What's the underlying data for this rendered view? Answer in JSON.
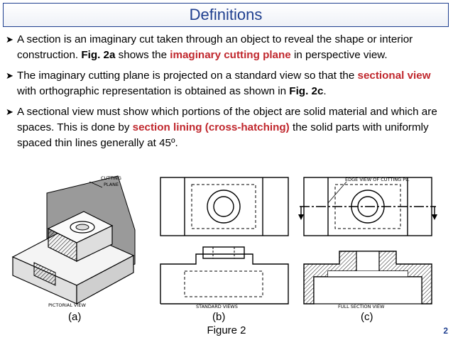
{
  "slide": {
    "title": "Definitions",
    "page_number": "2",
    "figure_title": "Figure 2"
  },
  "bullets": [
    {
      "parts": [
        {
          "text": "A section is an imaginary cut taken through an object to reveal the shape or interior construction. ",
          "style": "normal"
        },
        {
          "text": "Fig. 2a",
          "style": "bold"
        },
        {
          "text": " shows the ",
          "style": "normal"
        },
        {
          "text": "imaginary cutting plane",
          "style": "red"
        },
        {
          "text": " in perspective view.",
          "style": "normal"
        }
      ]
    },
    {
      "parts": [
        {
          "text": "The imaginary cutting plane is projected on a standard view so that the ",
          "style": "normal"
        },
        {
          "text": "sectional view",
          "style": "red"
        },
        {
          "text": " with orthographic representation is obtained as shown in ",
          "style": "normal"
        },
        {
          "text": "Fig. 2c",
          "style": "bold"
        },
        {
          "text": ".",
          "style": "normal"
        }
      ]
    },
    {
      "parts": [
        {
          "text": "A sectional view must show which portions of the object are solid material and which are spaces. This is done by ",
          "style": "normal"
        },
        {
          "text": "section lining (cross-hatching)",
          "style": "red"
        },
        {
          "text": " the solid parts with uniformly spaced thin lines generally at 45º.",
          "style": "normal"
        }
      ]
    }
  ],
  "figures": {
    "a": {
      "caption": "(a)",
      "label_top": "CUTTING",
      "label_top2": "PLANE",
      "label_bottom": "PICTORIAL VIEW"
    },
    "b": {
      "caption": "(b)",
      "label_bottom": "STANDARD VIEWS"
    },
    "c": {
      "caption": "(c)",
      "label_top": "EDGE VIEW OF CUTTING PL.",
      "label_bottom": "FULL SECTION VIEW"
    }
  },
  "colors": {
    "accent": "#1f3f8f",
    "highlight": "#c0272d"
  }
}
